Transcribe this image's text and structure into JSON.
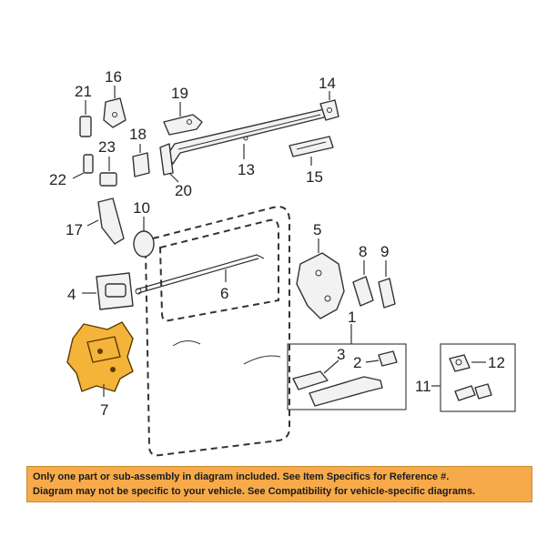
{
  "diagram": {
    "callouts": {
      "c1": "1",
      "c2": "2",
      "c3": "3",
      "c4": "4",
      "c5": "5",
      "c6": "6",
      "c7": "7",
      "c8": "8",
      "c9": "9",
      "c10": "10",
      "c11": "11",
      "c12": "12",
      "c13": "13",
      "c14": "14",
      "c15": "15",
      "c16": "16",
      "c17": "17",
      "c18": "18",
      "c19": "19",
      "c20": "20",
      "c21": "21",
      "c22": "22",
      "c23": "23"
    },
    "highlight_color": "#f4b43a"
  },
  "disclaimer": {
    "line1": "Only one part or sub-assembly in diagram included. See Item Specifics for Reference #.",
    "line2": "Diagram may not be specific to your vehicle. See Compatibility for vehicle-specific diagrams.",
    "background_color": "#f7aa4a"
  }
}
